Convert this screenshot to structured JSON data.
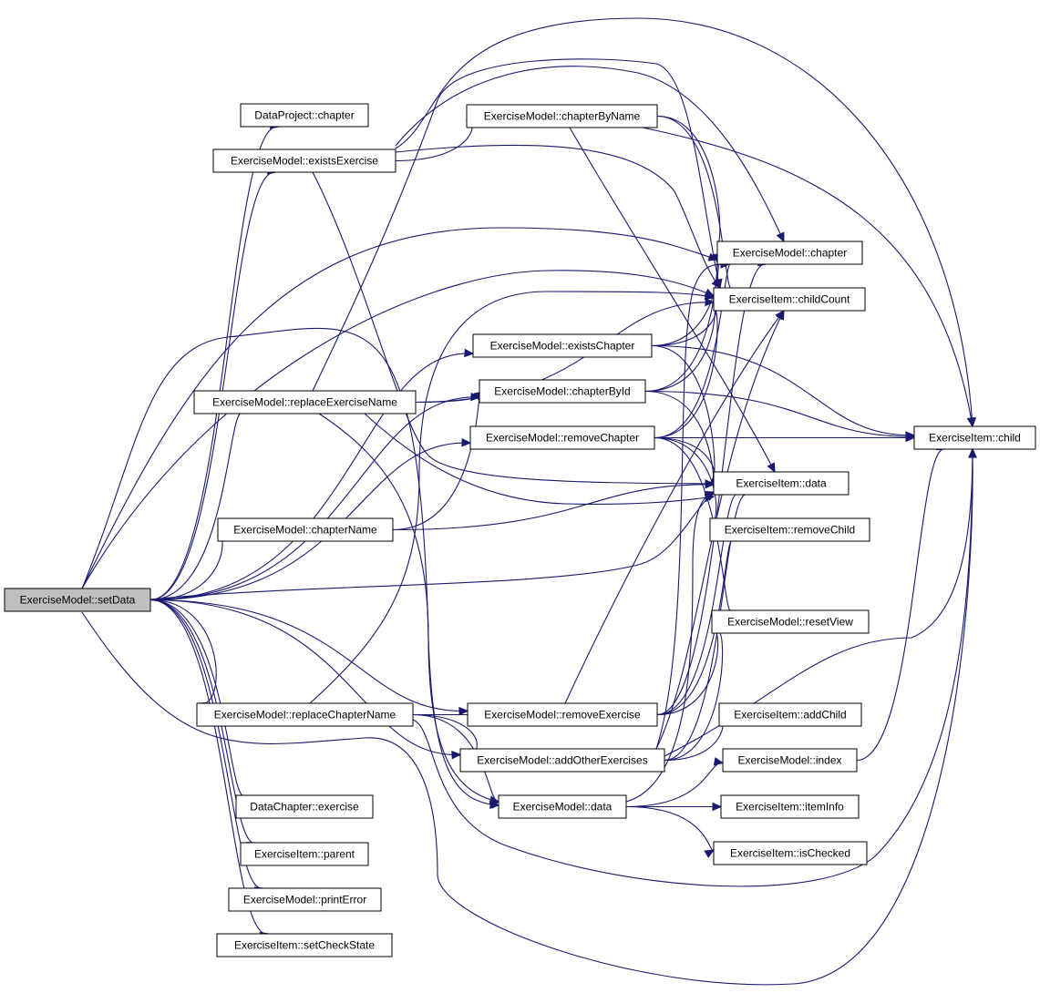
{
  "diagram": {
    "title": "",
    "colors": {
      "edge": "#191970",
      "node_border": "#000000",
      "root_fill": "#bfbfbf",
      "node_fill": "#ffffff"
    },
    "root": "setData",
    "nodes": {
      "setData": "ExerciseModel::setData",
      "dpChapter": "DataProject::chapter",
      "existsExercise": "ExerciseModel::existsExercise",
      "replaceExerciseName": "ExerciseModel::replaceExerciseName",
      "chapterName": "ExerciseModel::chapterName",
      "replaceChapterName": "ExerciseModel::replaceChapterName",
      "dcExercise": "DataChapter::exercise",
      "eiParent": "ExerciseItem::parent",
      "printError": "ExerciseModel::printError",
      "setCheckState": "ExerciseItem::setCheckState",
      "chapterByName": "ExerciseModel::chapterByName",
      "existsChapter": "ExerciseModel::existsChapter",
      "chapterById": "ExerciseModel::chapterById",
      "removeChapter": "ExerciseModel::removeChapter",
      "removeExercise": "ExerciseModel::removeExercise",
      "addOtherExercises": "ExerciseModel::addOtherExercises",
      "emData": "ExerciseModel::data",
      "emChapter": "ExerciseModel::chapter",
      "childCount": "ExerciseItem::childCount",
      "eiData": "ExerciseItem::data",
      "removeChild": "ExerciseItem::removeChild",
      "resetView": "ExerciseModel::resetView",
      "addChild": "ExerciseItem::addChild",
      "emIndex": "ExerciseModel::index",
      "itemInfo": "ExerciseItem::itemInfo",
      "isChecked": "ExerciseItem::isChecked",
      "eiChild": "ExerciseItem::child"
    },
    "edges": [
      [
        "setData",
        "dpChapter"
      ],
      [
        "setData",
        "existsExercise"
      ],
      [
        "setData",
        "replaceExerciseName"
      ],
      [
        "setData",
        "chapterName"
      ],
      [
        "setData",
        "replaceChapterName"
      ],
      [
        "setData",
        "dcExercise"
      ],
      [
        "setData",
        "eiParent"
      ],
      [
        "setData",
        "printError"
      ],
      [
        "setData",
        "setCheckState"
      ],
      [
        "setData",
        "existsChapter"
      ],
      [
        "setData",
        "chapterById"
      ],
      [
        "setData",
        "removeChapter"
      ],
      [
        "setData",
        "removeExercise"
      ],
      [
        "setData",
        "addOtherExercises"
      ],
      [
        "setData",
        "emData"
      ],
      [
        "setData",
        "emChapter"
      ],
      [
        "setData",
        "childCount"
      ],
      [
        "setData",
        "eiData"
      ],
      [
        "setData",
        "eiChild"
      ],
      [
        "existsExercise",
        "chapterByName"
      ],
      [
        "existsExercise",
        "emChapter"
      ],
      [
        "existsExercise",
        "childCount"
      ],
      [
        "existsExercise",
        "eiChild"
      ],
      [
        "existsExercise",
        "eiData"
      ],
      [
        "replaceExerciseName",
        "chapterById"
      ],
      [
        "replaceExerciseName",
        "chapterByName"
      ],
      [
        "replaceExerciseName",
        "childCount"
      ],
      [
        "replaceExerciseName",
        "eiData"
      ],
      [
        "replaceExerciseName",
        "emData"
      ],
      [
        "chapterName",
        "chapterById"
      ],
      [
        "chapterName",
        "eiData"
      ],
      [
        "replaceChapterName",
        "removeExercise"
      ],
      [
        "replaceChapterName",
        "addOtherExercises"
      ],
      [
        "replaceChapterName",
        "emData"
      ],
      [
        "replaceChapterName",
        "eiChild"
      ],
      [
        "replaceChapterName",
        "childCount"
      ],
      [
        "chapterByName",
        "emChapter"
      ],
      [
        "chapterByName",
        "childCount"
      ],
      [
        "chapterByName",
        "eiChild"
      ],
      [
        "chapterByName",
        "eiData"
      ],
      [
        "existsChapter",
        "childCount"
      ],
      [
        "existsChapter",
        "eiChild"
      ],
      [
        "existsChapter",
        "eiData"
      ],
      [
        "existsChapter",
        "emChapter"
      ],
      [
        "chapterById",
        "emChapter"
      ],
      [
        "chapterById",
        "childCount"
      ],
      [
        "chapterById",
        "eiChild"
      ],
      [
        "chapterById",
        "eiData"
      ],
      [
        "removeChapter",
        "eiChild"
      ],
      [
        "removeChapter",
        "childCount"
      ],
      [
        "removeChapter",
        "eiData"
      ],
      [
        "removeChapter",
        "removeChild"
      ],
      [
        "removeChapter",
        "resetView"
      ],
      [
        "removeChapter",
        "emChapter"
      ],
      [
        "removeExercise",
        "eiData"
      ],
      [
        "removeExercise",
        "childCount"
      ],
      [
        "removeExercise",
        "removeChild"
      ],
      [
        "removeExercise",
        "resetView"
      ],
      [
        "removeExercise",
        "emChapter"
      ],
      [
        "addOtherExercises",
        "addChild"
      ],
      [
        "addOtherExercises",
        "resetView"
      ],
      [
        "addOtherExercises",
        "eiData"
      ],
      [
        "addOtherExercises",
        "childCount"
      ],
      [
        "addOtherExercises",
        "emChapter"
      ],
      [
        "addOtherExercises",
        "eiChild"
      ],
      [
        "emData",
        "emIndex"
      ],
      [
        "emData",
        "itemInfo"
      ],
      [
        "emData",
        "isChecked"
      ],
      [
        "emData",
        "eiData"
      ],
      [
        "emIndex",
        "eiChild"
      ]
    ]
  }
}
